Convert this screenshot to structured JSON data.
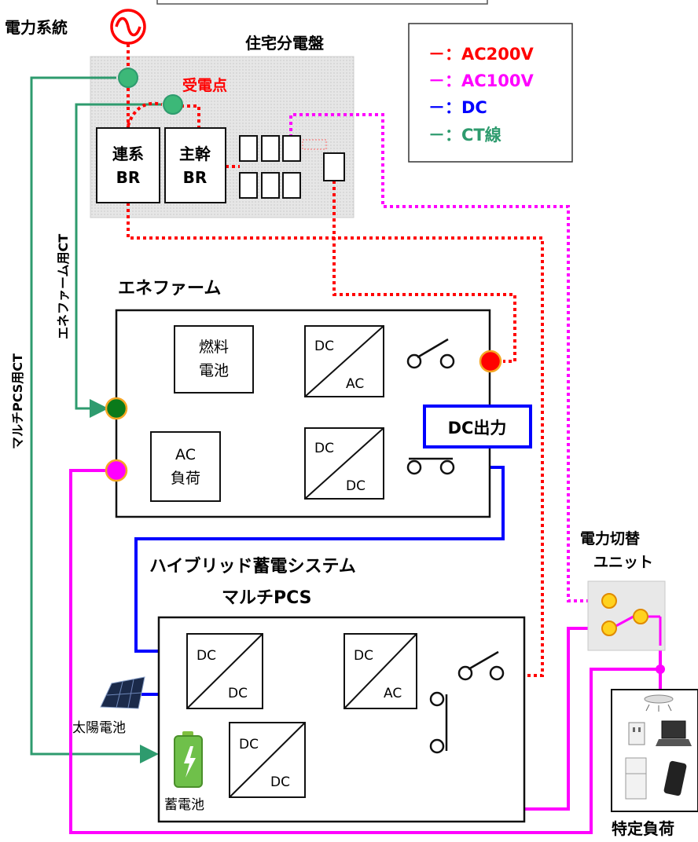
{
  "grid": {
    "title": "電力系統"
  },
  "panel": {
    "title": "住宅分電盤",
    "receiving_point": "受電点",
    "breaker_grid_tie_1": "連系",
    "breaker_grid_tie_2": "BR",
    "breaker_main_1": "主幹",
    "breaker_main_2": "BR"
  },
  "legend": {
    "items": [
      {
        "label": "－：AC200V",
        "color": "#ff0000"
      },
      {
        "label": "－：AC100V",
        "color": "#ff00ff"
      },
      {
        "label": "－：DC",
        "color": "#0000ff"
      },
      {
        "label": "－：CT線",
        "color": "#2e9b6e"
      }
    ]
  },
  "ct_labels": {
    "enefarm_ct": "エネファーム用CT",
    "multi_pcs_ct": "マルチPCS用CT"
  },
  "enefarm": {
    "title": "エネファーム",
    "fuel_cell_1": "燃料",
    "fuel_cell_2": "電池",
    "conv1_top": "DC",
    "conv1_bottom": "AC",
    "conv2_top": "DC",
    "conv2_bottom": "DC",
    "ac_load_1": "AC",
    "ac_load_2": "負荷",
    "dc_output": "DC出力"
  },
  "hybrid": {
    "title_1": "ハイブリッド蓄電システム",
    "title_2": "マルチPCS",
    "conv_pv_top": "DC",
    "conv_pv_bottom": "DC",
    "conv_ac_top": "DC",
    "conv_ac_bottom": "AC",
    "conv_batt_top": "DC",
    "conv_batt_bottom": "DC",
    "solar": "太陽電池",
    "battery": "蓄電池"
  },
  "switch_unit": {
    "title_1": "電力切替",
    "title_2": "ユニット"
  },
  "specific_load": {
    "title": "特定負荷"
  },
  "colors": {
    "ac200": "#ff0000",
    "ac100": "#ff00ff",
    "dc": "#0000ff",
    "ct": "#2e9b6e"
  }
}
